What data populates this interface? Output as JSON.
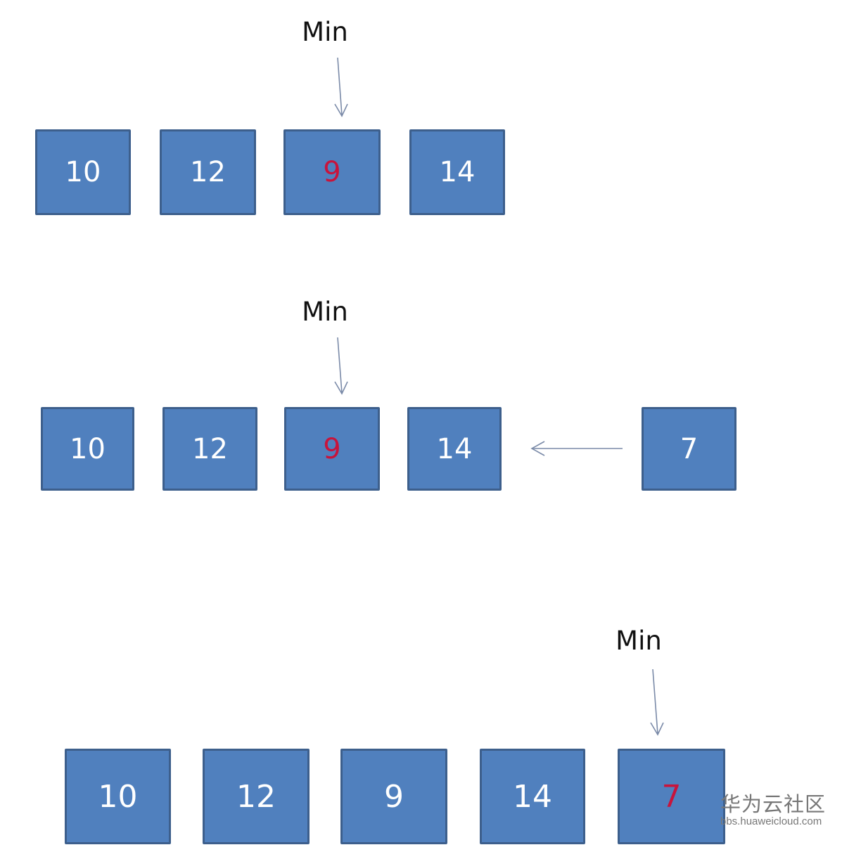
{
  "colors": {
    "box_fill": "#5080be",
    "box_border": "#3d5f8c",
    "value_text": "#ffffff",
    "min_value_text": "#c8143c",
    "arrow": "#7a8aa8"
  },
  "steps": [
    {
      "pointer_label": "Min",
      "boxes": [
        {
          "value": "10"
        },
        {
          "value": "12"
        },
        {
          "value": "9",
          "is_min": true
        },
        {
          "value": "14"
        }
      ]
    },
    {
      "pointer_label": "Min",
      "boxes": [
        {
          "value": "10"
        },
        {
          "value": "12"
        },
        {
          "value": "9",
          "is_min": true
        },
        {
          "value": "14"
        }
      ],
      "incoming": {
        "value": "7"
      }
    },
    {
      "pointer_label": "Min",
      "boxes": [
        {
          "value": "10"
        },
        {
          "value": "12"
        },
        {
          "value": "9"
        },
        {
          "value": "14"
        },
        {
          "value": "7",
          "is_min": true
        }
      ]
    }
  ],
  "watermark": {
    "title": "华为云社区",
    "url": "bbs.huaweicloud.com"
  }
}
